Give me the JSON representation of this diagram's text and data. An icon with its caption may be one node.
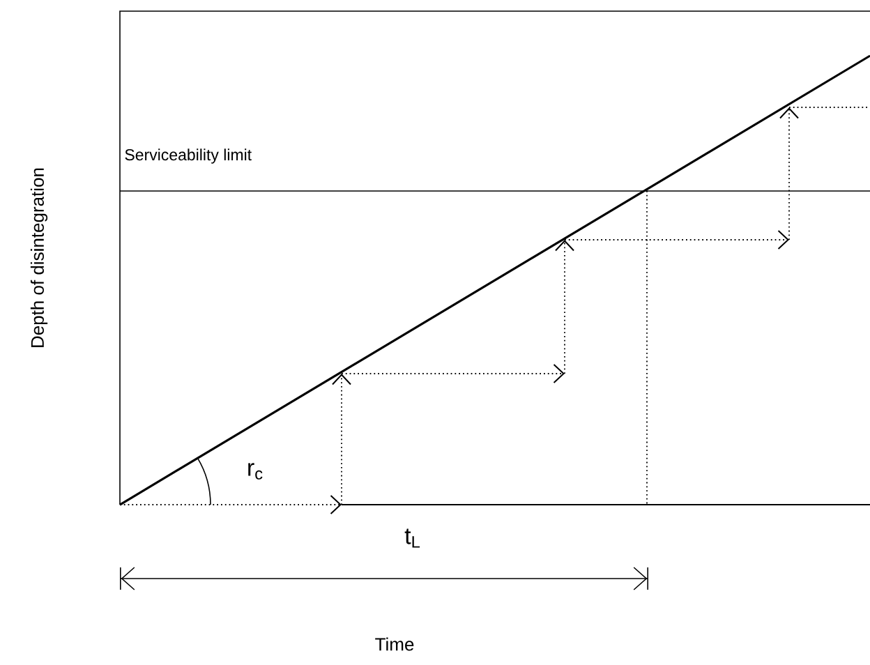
{
  "diagram": {
    "labels": [
      "Serviceability limit",
      "r$_{c}$",
      "t$_{L}$",
      "Time",
      "Depth of disintegration"
    ]
  }
}
